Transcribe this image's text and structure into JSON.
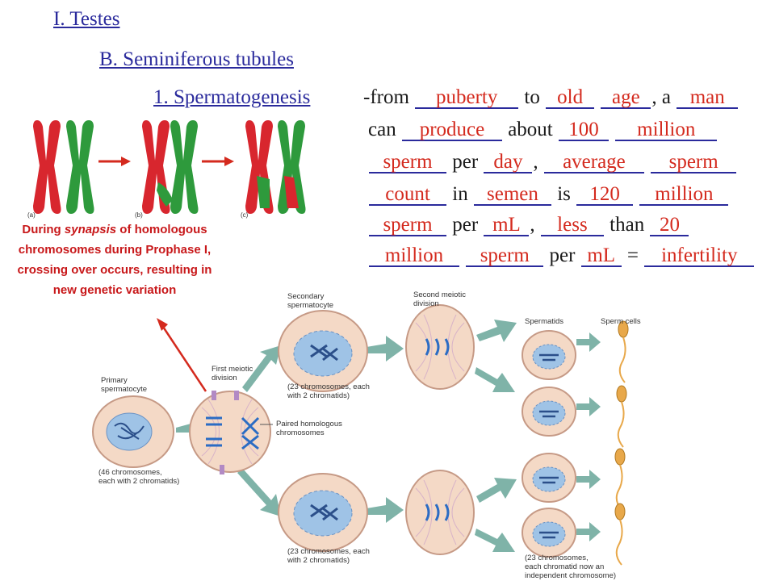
{
  "outline": {
    "level1": "I.  Testes",
    "level2": "B.  Seminiferous tubules",
    "level3": "1.  Spermatogenesis"
  },
  "lines": {
    "l1": {
      "from": "-from",
      "w1": "puberty",
      "to": "to",
      "w2": "old",
      "w3": "age",
      "a": ", a",
      "w4": "man"
    },
    "l2": {
      "can": "can",
      "w1": "produce",
      "about": "about",
      "w2": "100",
      "w3": "million"
    },
    "l3": {
      "w1": "sperm",
      "per": "per",
      "w2": "day",
      "comma": ",",
      "w3": "average",
      "w4": "sperm"
    },
    "l4": {
      "w1": "count",
      "in": "in",
      "w2": "semen",
      "is": "is",
      "w3": "120",
      "w4": "million"
    },
    "l5": {
      "w1": "sperm",
      "per": "per",
      "w2": "mL",
      "comma": ",",
      "w3": "less",
      "than": "than",
      "w4": "20"
    },
    "l6": {
      "w1": "million",
      "w2": "sperm",
      "per": "per",
      "w3": "mL",
      "eq": "=",
      "w4": "infertility"
    }
  },
  "crossover_figure": {
    "labels": [
      "(a)",
      "(b)",
      "(c)"
    ],
    "caption_part1": "During ",
    "caption_em": "synapsis",
    "caption_part2": " of homologous chromosomes during Prophase I, crossing over occurs, resulting in new genetic variation",
    "colors": {
      "red": "#d8262e",
      "green": "#2e9a3c",
      "arrow": "#d42a1e"
    }
  },
  "meiosis_diagram": {
    "primary_spermatocyte": "Primary\nspermatocyte",
    "primary_count": "(46 chromosomes,\neach with 2 chromatids)",
    "first_meiotic_division": "First meiotic\ndivision",
    "secondary_spermatocyte": "Secondary\nspermatocyte",
    "paired_homologous": "Paired homologous\nchromosomes",
    "secondary_count_top": "(23 chromosomes, each\nwith 2 chromatids)",
    "secondary_count_bottom": "(23 chromosomes, each\nwith 2 chromatids)",
    "second_meiotic_division": "Second meiotic\ndivision",
    "spermatids": "Spermatids",
    "sperm_cells": "Sperm cells",
    "final_count": "(23 chromosomes,\neach chromatid now an\nindependent chromosome)"
  }
}
